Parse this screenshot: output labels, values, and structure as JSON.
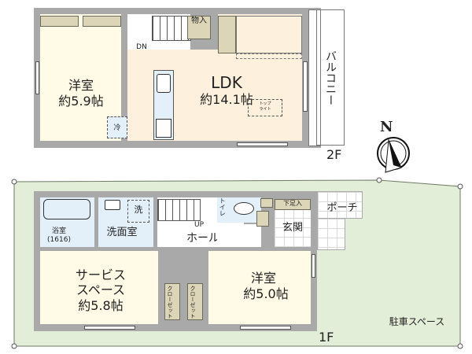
{
  "floor_2": {
    "floor_label": "2F",
    "rooms": {
      "western_room": {
        "name": "洋室",
        "size": "約5.9帖"
      },
      "ldk": {
        "name": "LDK",
        "size": "約14.1帖"
      },
      "storage": {
        "name": "物入"
      },
      "balcony": {
        "name": "バルコニー"
      },
      "fridge": {
        "name": "冷"
      },
      "toplight": {
        "line1": "トップ",
        "line2": "ライト"
      }
    },
    "stairs_label": "DN"
  },
  "floor_1": {
    "floor_label": "1F",
    "rooms": {
      "bathroom": {
        "name": "浴室",
        "size": "(1616)"
      },
      "washroom": {
        "name": "洗面室"
      },
      "washer": {
        "name": "洗"
      },
      "hall": {
        "name": "ホール"
      },
      "toilet": {
        "name": "トイレ"
      },
      "shoe_storage": {
        "name": "下足入"
      },
      "entrance": {
        "name": "玄関"
      },
      "porch": {
        "name": "ポーチ"
      },
      "service_space": {
        "line1": "サービス",
        "line2": "スペース",
        "size": "約5.8帖"
      },
      "western_room": {
        "name": "洋室",
        "size": "約5.0帖"
      },
      "closet_left": {
        "name": "クローゼット"
      },
      "closet_right": {
        "name": "クローゼット"
      }
    },
    "stairs_label": "UP",
    "parking": {
      "name": "駐車スペース"
    }
  },
  "compass": {
    "label": "N"
  },
  "colors": {
    "wall": "#a9a9a9",
    "western_floor": "#fffbe6",
    "ldk_floor": "#fdf0dc",
    "wet_floor": "#e3f0fa",
    "storage": "#ddd5b8",
    "site": "#e3eed8"
  }
}
